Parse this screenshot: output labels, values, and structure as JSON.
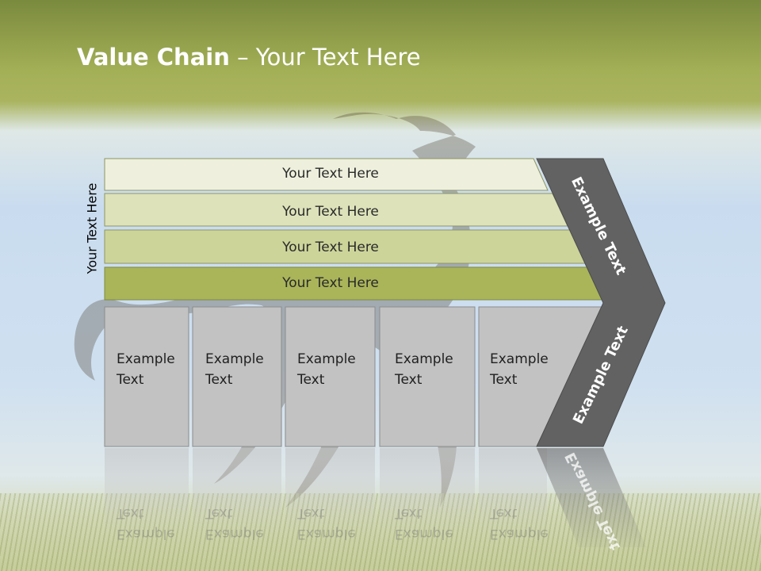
{
  "title": {
    "bold": "Value Chain",
    "rest": " – Your Text Here"
  },
  "side_label": "Your Text Here",
  "bands": [
    {
      "label": "Your Text Here",
      "color": "#eef0dd"
    },
    {
      "label": "Your Text Here",
      "color": "#dde2ba"
    },
    {
      "label": "Your Text Here",
      "color": "#cdd49a"
    },
    {
      "label": "Your Text Here",
      "color": "#aab55a"
    }
  ],
  "boxes": [
    {
      "line1": "Example",
      "line2": "Text"
    },
    {
      "line1": "Example",
      "line2": "Text"
    },
    {
      "line1": "Example",
      "line2": "Text"
    },
    {
      "line1": "Example",
      "line2": "Text"
    },
    {
      "line1": "Example",
      "line2": "Text"
    }
  ],
  "arrow": {
    "upper": "Example Text",
    "lower": "Example Text",
    "color": "#626262"
  },
  "box_color": "#c2c2c2"
}
